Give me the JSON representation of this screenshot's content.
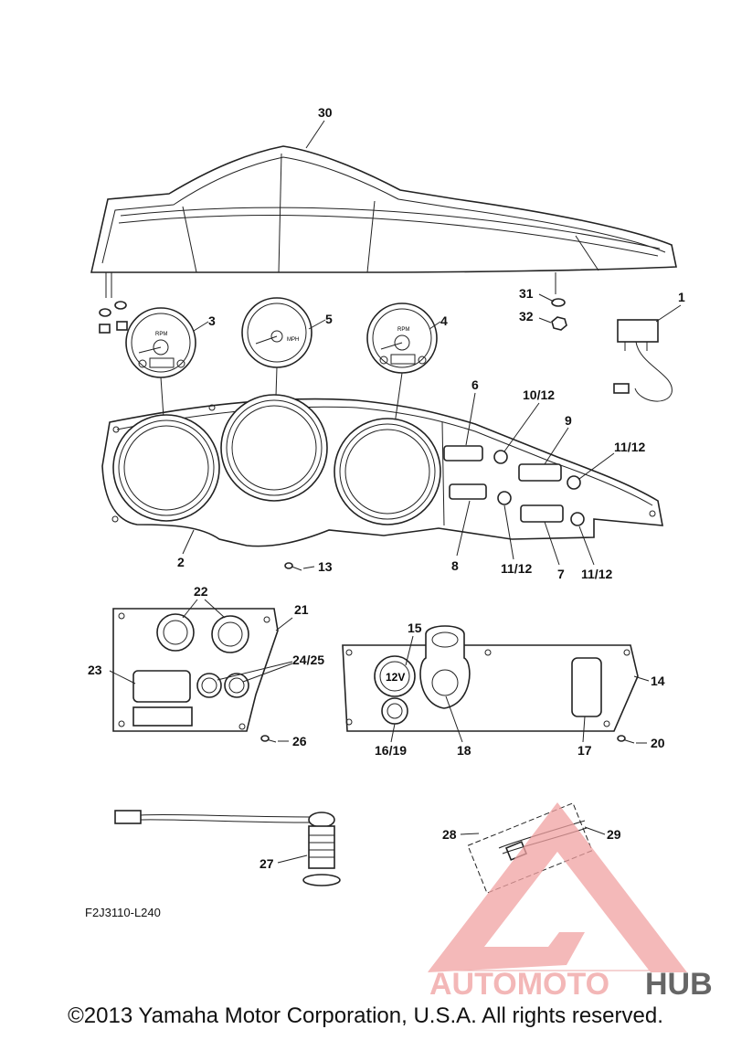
{
  "diagram_code": "F2J3110-L240",
  "copyright": "©2013 Yamaha Motor Corporation, U.S.A. All rights reserved.",
  "watermark": {
    "part1": "AUTOMOTO",
    "part2": "HUB",
    "color_primary": "#f0a0a0",
    "color_accent": "#e63a3a",
    "color_hub": "#333333"
  },
  "callouts": {
    "c1": "1",
    "c2": "2",
    "c3": "3",
    "c4": "4",
    "c5": "5",
    "c6": "6",
    "c7": "7",
    "c8": "8",
    "c9": "9",
    "c10_12": "10/12",
    "c11_12a": "11/12",
    "c11_12b": "11/12",
    "c11_12c": "11/12",
    "c13": "13",
    "c14": "14",
    "c15": "15",
    "c16_19": "16/19",
    "c17": "17",
    "c18": "18",
    "c20": "20",
    "c21": "21",
    "c22": "22",
    "c23": "23",
    "c24_25": "24/25",
    "c26": "26",
    "c27": "27",
    "c28": "28",
    "c29": "29",
    "c30": "30",
    "c31": "31",
    "c32": "32"
  },
  "gauge_labels": {
    "speedo_unit": "MPH",
    "tacho_unit": "RPM",
    "outlet": "12V"
  }
}
